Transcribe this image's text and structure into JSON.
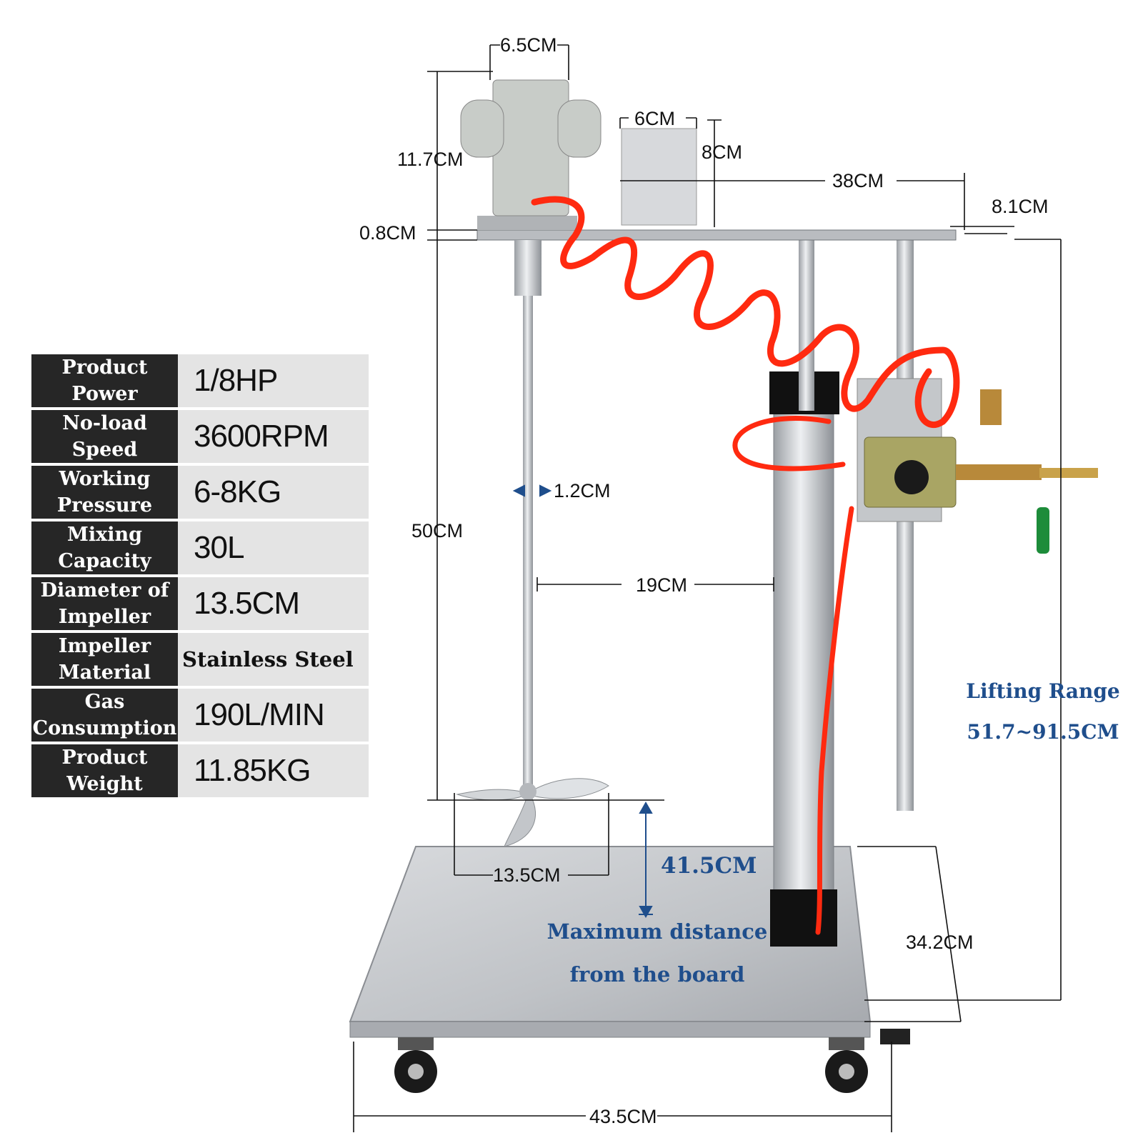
{
  "specs": [
    {
      "label": "Product Power",
      "value": "1/8HP"
    },
    {
      "label": "No-load Speed",
      "value": "3600RPM"
    },
    {
      "label": "Working Pressure",
      "value": "6-8KG"
    },
    {
      "label": "Mixing Capacity",
      "value": "30L"
    },
    {
      "label": "Diameter of Impeller",
      "value": "13.5CM"
    },
    {
      "label": "Impeller Material",
      "value": "Stainless Steel"
    },
    {
      "label": "Gas Consumption",
      "value": "190L/MIN"
    },
    {
      "label": "Product Weight",
      "value": "11.85KG"
    }
  ],
  "dimensions": {
    "motor_width": "6.5CM",
    "motor_height": "11.7CM",
    "box_width": "6CM",
    "box_height": "8CM",
    "arm_length": "38CM",
    "arm_tip": "8.1CM",
    "plate_thickness": "0.8CM",
    "shaft_diameter": "1.2CM",
    "shaft_length": "50CM",
    "shaft_to_column": "19CM",
    "impeller_diameter": "13.5CM",
    "max_distance": "41.5CM",
    "base_depth": "34.2CM",
    "base_width": "43.5CM"
  },
  "annotations": {
    "max_distance_line1": "Maximum distance",
    "max_distance_line2": "from the board",
    "lifting_range_title": "Lifting Range",
    "lifting_range_value": "51.7~91.5CM"
  },
  "colors": {
    "table_label_bg": "#262626",
    "table_value_bg": "#e4e4e4",
    "annotation_blue": "#1f4e8c",
    "air_hose": "#ff2a10",
    "steel": "#c9ccd0"
  }
}
